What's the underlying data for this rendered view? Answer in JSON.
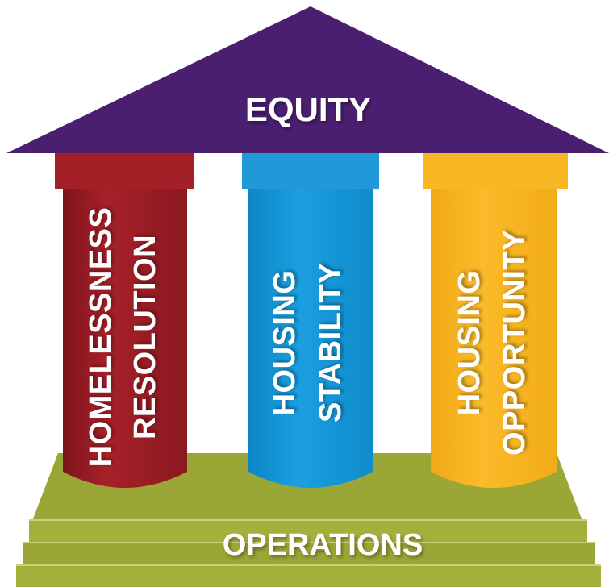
{
  "roof": {
    "label": "EQUITY",
    "color": "#4a1f70"
  },
  "pillars": [
    {
      "line1": "HOMELESSNESS",
      "line2": "RESOLUTION",
      "color": "#9c1c24",
      "cap_color": "#a32026"
    },
    {
      "line1": "HOUSING",
      "line2": "STABILITY",
      "color": "#1196d6",
      "cap_color": "#2199d8"
    },
    {
      "line1": "HOUSING",
      "line2": "OPPORTUNITY",
      "color": "#f6b11f",
      "cap_color": "#f8b826"
    }
  ],
  "base": {
    "label": "OPERATIONS",
    "color": "#9aa736"
  }
}
